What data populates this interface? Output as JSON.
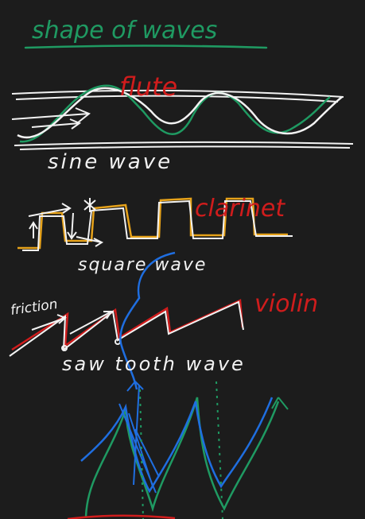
{
  "title": "shape of waves",
  "sections": [
    {
      "instrument": "flute",
      "wave_label": "sine wave"
    },
    {
      "instrument": "clarinet",
      "wave_label": "square wave"
    },
    {
      "instrument": "violin",
      "wave_label": "saw tooth wave",
      "side_label": "friction"
    }
  ],
  "colors": {
    "background": "#1c1c1c",
    "white_ink": "#f2f2f2",
    "green_ink": "#1f9a62",
    "red_ink": "#d01c1c",
    "orange_ink": "#e6a21a",
    "blue_ink": "#1f6ee0"
  }
}
